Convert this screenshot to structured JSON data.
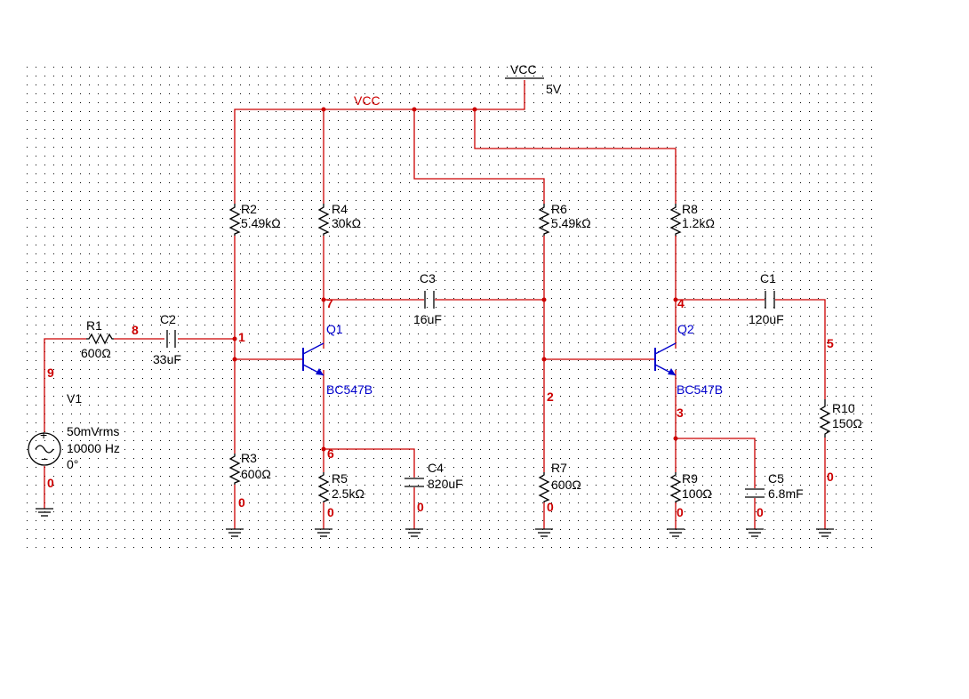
{
  "vcc_source": {
    "name": "VCC",
    "value": "5V"
  },
  "vcc_net_label": "VCC",
  "source_v1": {
    "name": "V1",
    "amplitude": "50mVrms",
    "frequency": "10000 Hz",
    "phase": "0°"
  },
  "resistors": [
    {
      "name": "R1",
      "value": "600Ω"
    },
    {
      "name": "R2",
      "value": "5.49kΩ"
    },
    {
      "name": "R3",
      "value": "600Ω"
    },
    {
      "name": "R4",
      "value": "30kΩ"
    },
    {
      "name": "R5",
      "value": "2.5kΩ"
    },
    {
      "name": "R6",
      "value": "5.49kΩ"
    },
    {
      "name": "R7",
      "value": "600Ω"
    },
    {
      "name": "R8",
      "value": "1.2kΩ"
    },
    {
      "name": "R9",
      "value": "100Ω"
    },
    {
      "name": "R10",
      "value": "150Ω"
    }
  ],
  "capacitors": [
    {
      "name": "C1",
      "value": "120uF"
    },
    {
      "name": "C2",
      "value": "33uF"
    },
    {
      "name": "C3",
      "value": "16uF"
    },
    {
      "name": "C4",
      "value": "820uF"
    },
    {
      "name": "C5",
      "value": "6.8mF"
    }
  ],
  "transistors": [
    {
      "name": "Q1",
      "model": "BC547B"
    },
    {
      "name": "Q2",
      "model": "BC547B"
    }
  ],
  "nodes": {
    "n0": "0",
    "n1": "1",
    "n2": "2",
    "n3": "3",
    "n4": "4",
    "n5": "5",
    "n6": "6",
    "n7": "7",
    "n8": "8",
    "n9": "9"
  }
}
